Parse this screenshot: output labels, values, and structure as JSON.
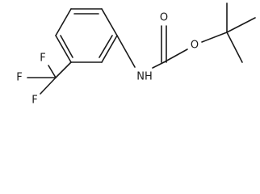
{
  "molecule": {
    "atoms": {
      "f_top": "F",
      "f_left": "F",
      "f_bottom": "F",
      "nh": "NH",
      "o_carbonyl": "O",
      "o_ester": "O"
    }
  },
  "colors": {
    "bond": "#1a1a1a",
    "background": "#ffffff"
  }
}
